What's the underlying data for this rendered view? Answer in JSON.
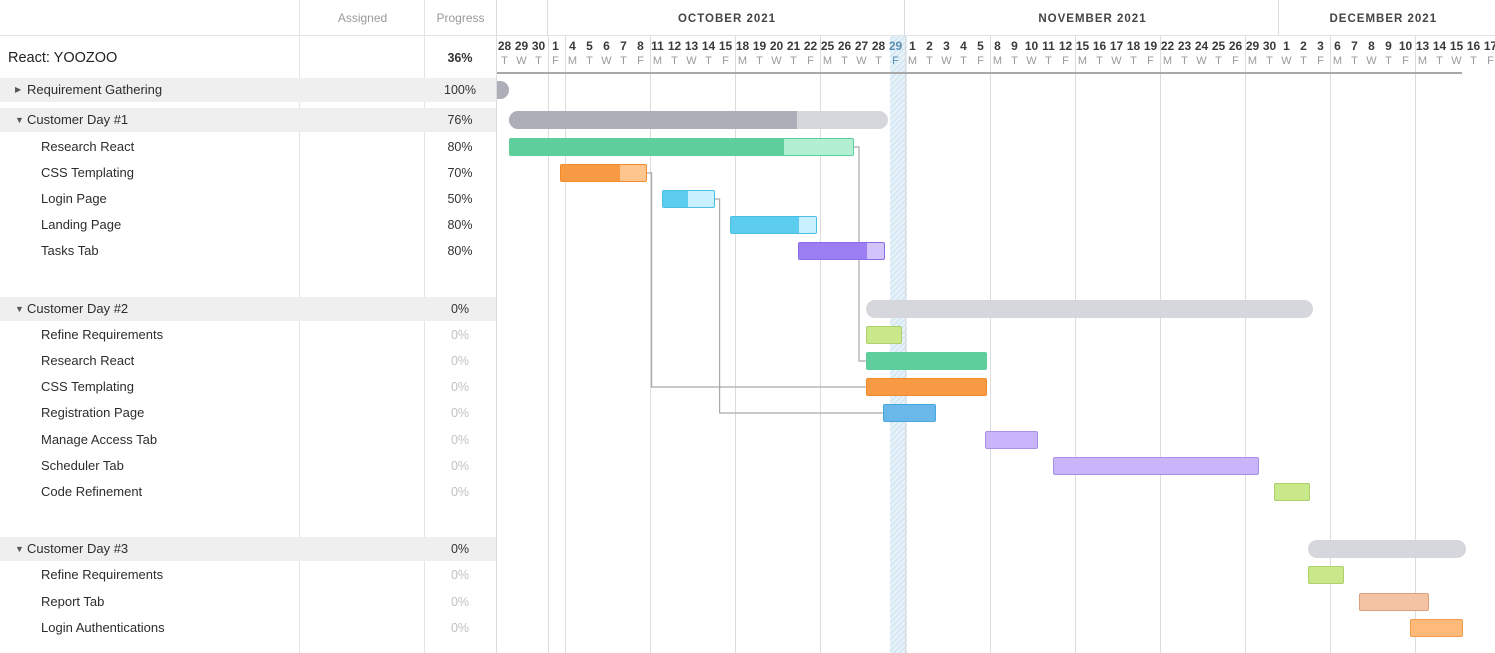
{
  "columns": {
    "assigned": "Assigned",
    "progress": "Progress"
  },
  "months": [
    {
      "label": "OCTOBER 2021",
      "start": 3,
      "end": 24
    },
    {
      "label": "NOVEMBER 2021",
      "start": 24,
      "end": 46
    },
    {
      "label": "DECEMBER 2021",
      "start": 46,
      "end": 58
    }
  ],
  "days": [
    [
      "28",
      "T"
    ],
    [
      "29",
      "W"
    ],
    [
      "30",
      "T"
    ],
    [
      "1",
      "F"
    ],
    [
      "4",
      "M"
    ],
    [
      "5",
      "T"
    ],
    [
      "6",
      "W"
    ],
    [
      "7",
      "T"
    ],
    [
      "8",
      "F"
    ],
    [
      "11",
      "M"
    ],
    [
      "12",
      "T"
    ],
    [
      "13",
      "W"
    ],
    [
      "14",
      "T"
    ],
    [
      "15",
      "F"
    ],
    [
      "18",
      "M"
    ],
    [
      "19",
      "T"
    ],
    [
      "20",
      "W"
    ],
    [
      "21",
      "T"
    ],
    [
      "22",
      "F"
    ],
    [
      "25",
      "M"
    ],
    [
      "26",
      "T"
    ],
    [
      "27",
      "W"
    ],
    [
      "28",
      "T"
    ],
    [
      "29",
      "F"
    ],
    [
      "1",
      "M"
    ],
    [
      "2",
      "T"
    ],
    [
      "3",
      "W"
    ],
    [
      "4",
      "T"
    ],
    [
      "5",
      "F"
    ],
    [
      "8",
      "M"
    ],
    [
      "9",
      "T"
    ],
    [
      "10",
      "W"
    ],
    [
      "11",
      "T"
    ],
    [
      "12",
      "F"
    ],
    [
      "15",
      "M"
    ],
    [
      "16",
      "T"
    ],
    [
      "17",
      "W"
    ],
    [
      "18",
      "T"
    ],
    [
      "19",
      "F"
    ],
    [
      "22",
      "M"
    ],
    [
      "23",
      "T"
    ],
    [
      "24",
      "W"
    ],
    [
      "25",
      "T"
    ],
    [
      "26",
      "F"
    ],
    [
      "29",
      "M"
    ],
    [
      "30",
      "T"
    ],
    [
      "1",
      "W"
    ],
    [
      "2",
      "T"
    ],
    [
      "3",
      "F"
    ],
    [
      "6",
      "M"
    ],
    [
      "7",
      "T"
    ],
    [
      "8",
      "W"
    ],
    [
      "9",
      "T"
    ],
    [
      "10",
      "F"
    ],
    [
      "13",
      "M"
    ],
    [
      "14",
      "T"
    ],
    [
      "15",
      "W"
    ],
    [
      "16",
      "T"
    ],
    [
      "17",
      "F"
    ]
  ],
  "today_index": 23,
  "rows": [
    {
      "id": "project",
      "type": "project",
      "name": "React: YOOZOO",
      "progress": "36%"
    },
    {
      "id": "req",
      "type": "group",
      "collapsed": true,
      "name": "Requirement Gathering",
      "progress": "100%",
      "start": 0,
      "dur": 1,
      "pct": 1.0,
      "group_bar": true
    },
    {
      "id": "cd1",
      "type": "group",
      "collapsed": false,
      "name": "Customer Day #1",
      "progress": "76%",
      "start": 0.7,
      "dur": 22.3,
      "pct": 0.76,
      "group_bar": true
    },
    {
      "id": "t1",
      "type": "task",
      "name": "Research React",
      "progress": "80%",
      "start": 0.7,
      "dur": 20.3,
      "pct": 0.8,
      "color": "#5dce9c",
      "light": "#b2f0d4",
      "border": "#5dce9c"
    },
    {
      "id": "t2",
      "type": "task",
      "name": "CSS Templating",
      "progress": "70%",
      "start": 3.7,
      "dur": 5.1,
      "pct": 0.7,
      "color": "#f89a43",
      "light": "#ffc58f",
      "border": "#f08a2d"
    },
    {
      "id": "t3",
      "type": "task",
      "name": "Login Page",
      "progress": "50%",
      "start": 9.7,
      "dur": 3.1,
      "pct": 0.5,
      "color": "#5dcdef",
      "light": "#c9f1fd",
      "border": "#49bfe6"
    },
    {
      "id": "t4",
      "type": "task",
      "name": "Landing Page",
      "progress": "80%",
      "start": 13.7,
      "dur": 5.1,
      "pct": 0.8,
      "color": "#5dcdef",
      "light": "#c9f1fd",
      "border": "#49bfe6"
    },
    {
      "id": "t5",
      "type": "task",
      "name": "Tasks Tab",
      "progress": "80%",
      "start": 17.7,
      "dur": 5.1,
      "pct": 0.8,
      "color": "#9b7ff2",
      "light": "#d2c4fb",
      "border": "#8a6ce6"
    },
    {
      "id": "cd2",
      "type": "group",
      "collapsed": false,
      "name": "Customer Day #2",
      "progress": "0%",
      "start": 21.7,
      "dur": 26.3,
      "pct": 0,
      "group_bar": true
    },
    {
      "id": "t6",
      "type": "task",
      "name": "Refine Requirements",
      "progress": "0%",
      "start": 21.7,
      "dur": 2.1,
      "pct": 0,
      "color": "#c8e889",
      "light": "#d6ef9c",
      "border": "#aed16a"
    },
    {
      "id": "t7",
      "type": "task",
      "name": "Research React",
      "progress": "0%",
      "start": 21.7,
      "dur": 7.1,
      "pct": 0,
      "color": "#5dce9c",
      "light": "#b2f0d4",
      "border": "#5dce9c"
    },
    {
      "id": "t8",
      "type": "task",
      "name": "CSS Templating",
      "progress": "0%",
      "start": 21.7,
      "dur": 7.1,
      "pct": 0,
      "color": "#f89a43",
      "light": "#ffc58f",
      "border": "#f08a2d"
    },
    {
      "id": "t9",
      "type": "task",
      "name": "Registration Page",
      "progress": "0%",
      "start": 22.7,
      "dur": 3.1,
      "pct": 0,
      "color": "#6ab8ea",
      "light": "#8ccaf0",
      "border": "#4aa6de"
    },
    {
      "id": "t10",
      "type": "task",
      "name": "Manage Access Tab",
      "progress": "0%",
      "start": 28.7,
      "dur": 3.1,
      "pct": 0,
      "color": "#c9b5f9",
      "light": "#d9c9fc",
      "border": "#a98ee8"
    },
    {
      "id": "t11",
      "type": "task",
      "name": "Scheduler Tab",
      "progress": "0%",
      "start": 32.7,
      "dur": 12.1,
      "pct": 0,
      "color": "#c9b5f9",
      "light": "#d9c9fc",
      "border": "#a98ee8"
    },
    {
      "id": "t12",
      "type": "task",
      "name": "Code Refinement",
      "progress": "0%",
      "start": 45.7,
      "dur": 2.1,
      "pct": 0,
      "color": "#c8e889",
      "light": "#d6ef9c",
      "border": "#aed16a"
    },
    {
      "id": "cd3",
      "type": "group",
      "collapsed": false,
      "name": "Customer Day #3",
      "progress": "0%",
      "start": 47.7,
      "dur": 9.3,
      "pct": 0,
      "group_bar": true
    },
    {
      "id": "t13",
      "type": "task",
      "name": "Refine Requirements",
      "progress": "0%",
      "start": 47.7,
      "dur": 2.1,
      "pct": 0,
      "color": "#c8e889",
      "light": "#d6ef9c",
      "border": "#aed16a"
    },
    {
      "id": "t14",
      "type": "task",
      "name": "Report Tab",
      "progress": "0%",
      "start": 50.7,
      "dur": 4.1,
      "pct": 0,
      "color": "#f3c3a3",
      "light": "#f3c3a3",
      "border": "#dea07c"
    },
    {
      "id": "t15",
      "type": "task",
      "name": "Login Authentications",
      "progress": "0%",
      "start": 53.7,
      "dur": 3.1,
      "pct": 0,
      "color": "#ffba7a",
      "light": "#ffba7a",
      "border": "#f19b4f"
    }
  ],
  "dependencies": [
    [
      "t1",
      "t7"
    ],
    [
      "t2",
      "t8"
    ],
    [
      "t3",
      "t9"
    ]
  ],
  "colors": {
    "accent": "#5dce9c",
    "group_bar": "#aeaeb8",
    "group_track": "#d6d6dd",
    "today": "#d5e8f4"
  }
}
